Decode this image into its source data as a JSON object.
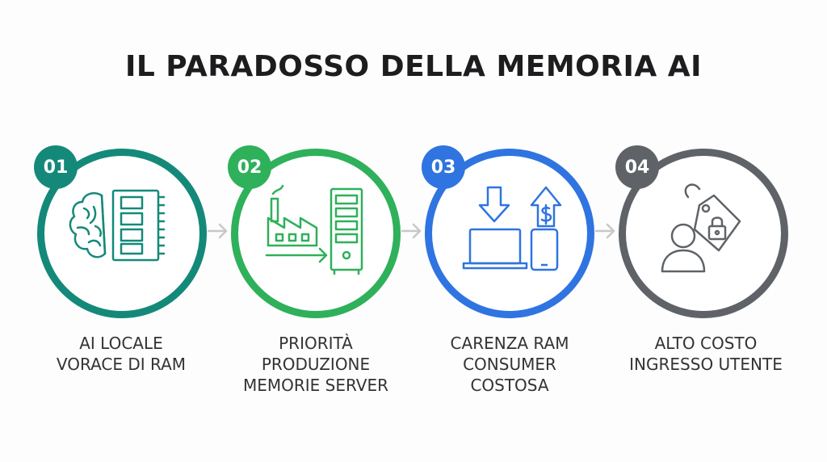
{
  "title": "IL PARADOSSO DELLA MEMORIA AI",
  "colors": {
    "step1": "#14897a",
    "step2": "#2fb05a",
    "step3": "#2f74e0",
    "step4": "#5f6368",
    "arrow": "#c8c8c8"
  },
  "steps": [
    {
      "number": "01",
      "lines": [
        "AI LOCALE",
        "VORACE DI RAM"
      ],
      "icons": [
        "brain-icon",
        "ram-module-icon"
      ]
    },
    {
      "number": "02",
      "lines": [
        "PRIORITÀ",
        "PRODUZIONE",
        "MEMORIE SERVER"
      ],
      "icons": [
        "factory-icon",
        "server-rack-icon",
        "arrow-right-icon"
      ]
    },
    {
      "number": "03",
      "lines": [
        "CARENZA RAM",
        "CONSUMER",
        "COSTOSA"
      ],
      "icons": [
        "arrow-down-icon",
        "price-up-icon",
        "laptop-icon",
        "smartphone-icon"
      ]
    },
    {
      "number": "04",
      "lines": [
        "ALTO COSTO",
        "INGRESSO UTENTE"
      ],
      "icons": [
        "user-icon",
        "price-tag-lock-icon"
      ]
    }
  ]
}
